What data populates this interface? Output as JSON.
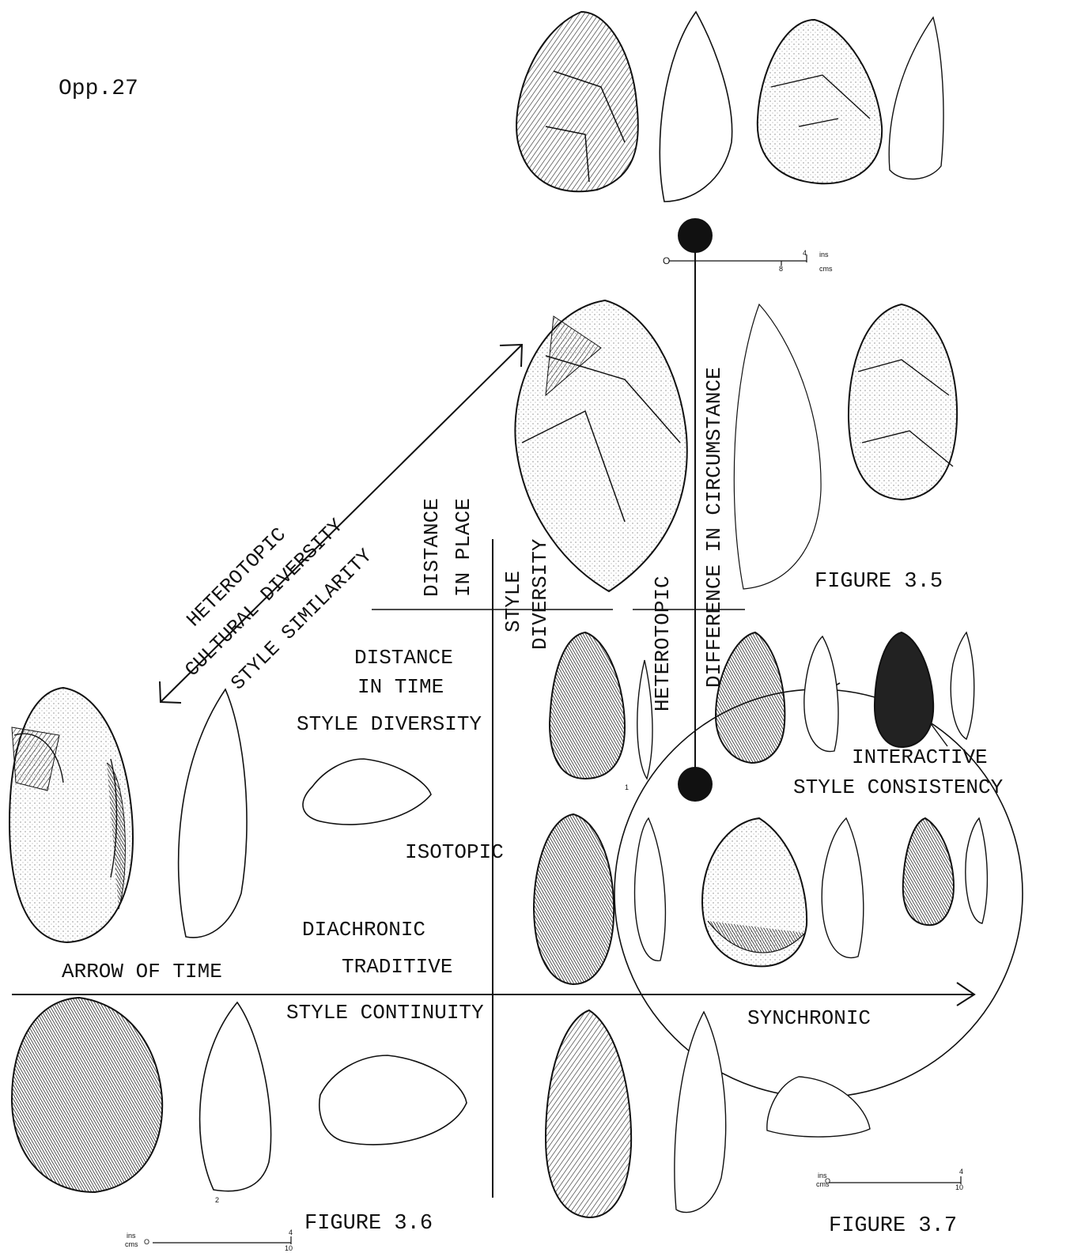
{
  "page_ref": "Opp.27",
  "figures": {
    "fig_3_5": "FIGURE 3.5",
    "fig_3_6": "FIGURE 3.6",
    "fig_3_7": "FIGURE 3.7"
  },
  "diagonal_labels": {
    "heterotopic": "HETEROTOPIC",
    "cultural_diversity": "CULTURAL DIVERSITY",
    "style_similarity": "STYLE SIMILARITY"
  },
  "vertical_labels": {
    "distance_in_place_1": "DISTANCE",
    "distance_in_place_2": "IN PLACE",
    "style_diversity_1": "STYLE",
    "style_diversity_2": "DIVERSITY",
    "heterotopic": "HETEROTOPIC",
    "difference_in_circumstance": "DIFFERENCE IN CIRCUMSTANCE"
  },
  "labels": {
    "distance_in_time_1": "DISTANCE",
    "distance_in_time_2": "IN TIME",
    "style_diversity": "STYLE DIVERSITY",
    "isotopic": "ISOTOPIC",
    "diachronic": "DIACHRONIC",
    "traditive": "TRADITIVE",
    "arrow_of_time": "ARROW OF TIME",
    "style_continuity": "STYLE CONTINUITY",
    "synchronic": "SYNCHRONIC",
    "interactive": "INTERACTIVE",
    "style_consistency": "STYLE CONSISTENCY"
  },
  "scales": {
    "top": {
      "zero": "O",
      "ins_value": "4",
      "ins": "ins",
      "cms_value": "8",
      "cms": "cms"
    },
    "right": {
      "ins": "ins",
      "cms": "cms",
      "zero": "O",
      "ins_value": "4",
      "cms_value": "10"
    },
    "bottom": {
      "ins": "ins",
      "cms": "cms",
      "zero": "O",
      "ins_value": "4",
      "cms_value": "10"
    }
  },
  "plate_numbers": {
    "one": "1",
    "two": "2"
  },
  "colors": {
    "ink": "#111111",
    "paper": "#ffffff"
  }
}
